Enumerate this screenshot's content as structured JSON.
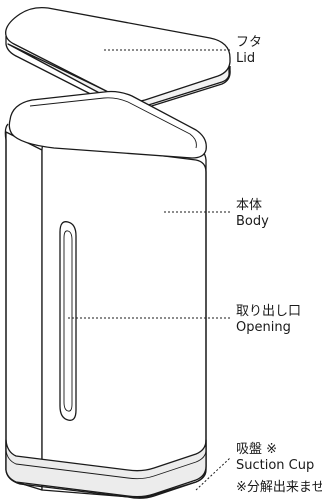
{
  "diagram": {
    "parts": [
      {
        "id": "lid",
        "ja": "フタ",
        "en": "Lid"
      },
      {
        "id": "body",
        "ja": "本体",
        "en": "Body"
      },
      {
        "id": "opening",
        "ja": "取り出し口",
        "en": "Opening"
      },
      {
        "id": "suction",
        "ja": "吸盤 ※",
        "en": "Suction Cup"
      }
    ],
    "note": "※分解出来ません"
  },
  "colors": {
    "line": "#1a1a1a",
    "fill": "#ffffff",
    "shade": "#e9e9e9"
  }
}
